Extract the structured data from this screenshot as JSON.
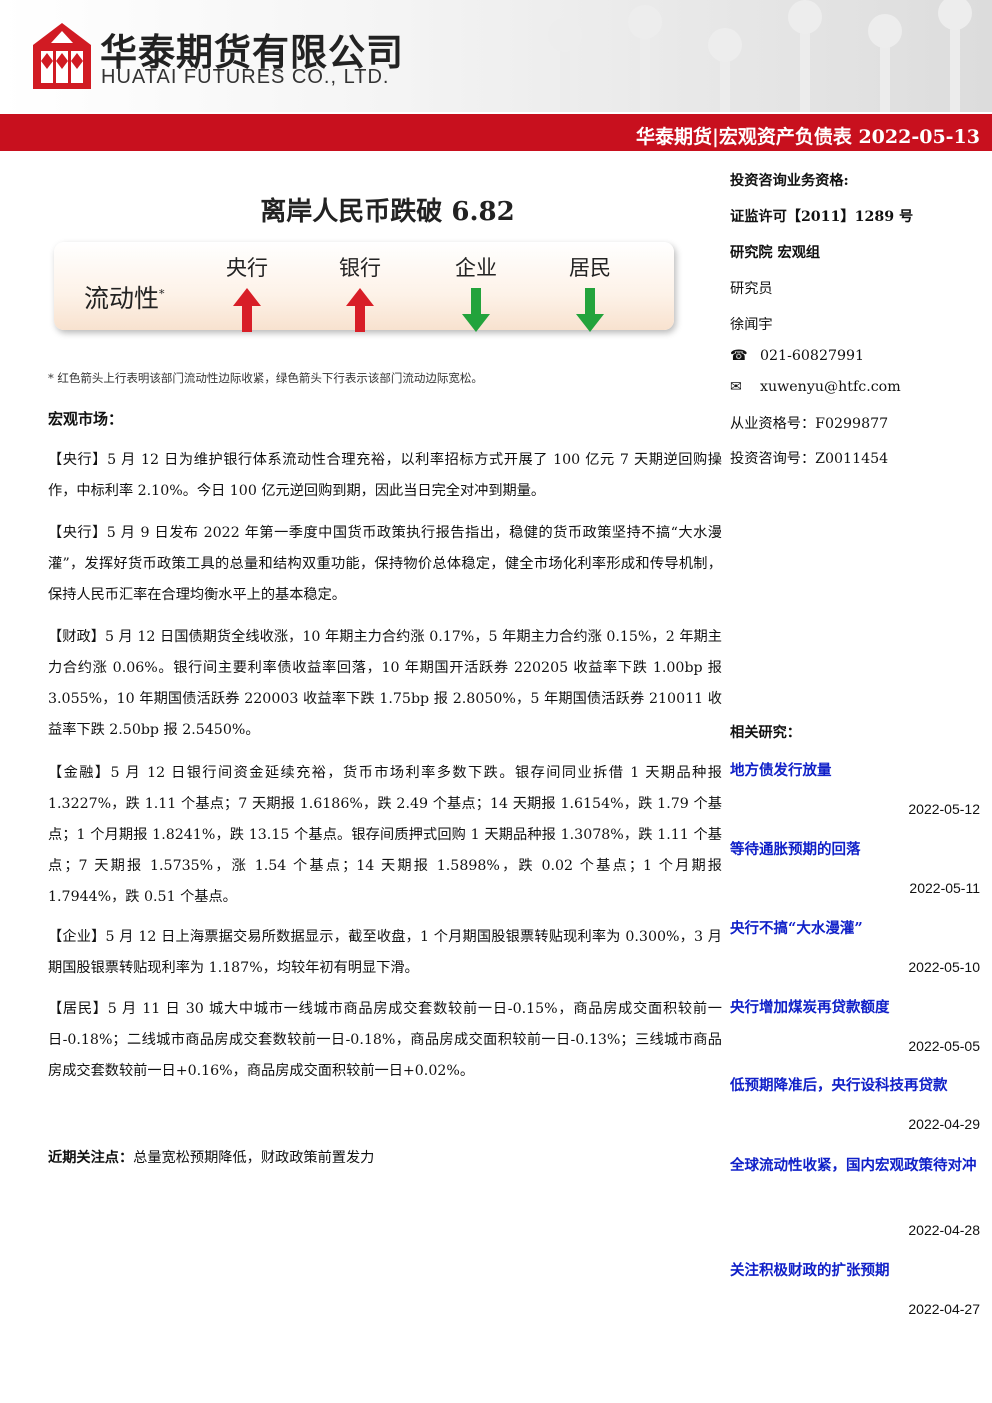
{
  "header": {
    "company_cn": "华泰期货有限公司",
    "company_en": "HUATAI FUTURES CO., LTD.",
    "bar_text": "华泰期货|宏观资产负债表  2022-05-13",
    "brand_red": "#c8101e"
  },
  "report": {
    "title": "离岸人民币跌破 6.82",
    "liquidity": {
      "label": "流动性",
      "label_mark": "*",
      "sectors": [
        {
          "name": "央行",
          "direction": "up",
          "color": "#d81e27"
        },
        {
          "name": "银行",
          "direction": "up",
          "color": "#d81e27"
        },
        {
          "name": "企业",
          "direction": "down",
          "color": "#23a33c"
        },
        {
          "name": "居民",
          "direction": "down",
          "color": "#23a33c"
        }
      ]
    },
    "footnote": "* 红色箭头上行表明该部门流动性边际收紧，绿色箭头下行表示该部门流动边际宽松。",
    "section_title": "宏观市场：",
    "paragraphs": [
      {
        "tag": "【央行】",
        "text": "5 月 12 日为维护银行体系流动性合理充裕，以利率招标方式开展了 100 亿元 7 天期逆回购操作，中标利率 2.10%。今日 100 亿元逆回购到期，因此当日完全对冲到期量。"
      },
      {
        "tag": "【央行】",
        "text": "5 月 9 日发布 2022 年第一季度中国货币政策执行报告指出，稳健的货币政策坚持不搞“大水漫灌”，发挥好货币政策工具的总量和结构双重功能，保持物价总体稳定，健全市场化利率形成和传导机制，保持人民币汇率在合理均衡水平上的基本稳定。"
      },
      {
        "tag": "【财政】",
        "text": "5 月 12 日国债期货全线收涨，10 年期主力合约涨 0.17%，5 年期主力合约涨 0.15%，2 年期主力合约涨 0.06%。银行间主要利率债收益率回落，10 年期国开活跃券 220205 收益率下跌 1.00bp 报 3.055%，10 年期国债活跃券 220003 收益率下跌 1.75bp 报 2.8050%，5 年期国债活跃券 210011 收益率下跌 2.50bp 报 2.5450%。"
      },
      {
        "tag": "【金融】",
        "text": "5 月 12 日银行间资金延续充裕，货币市场利率多数下跌。银存间同业拆借 1 天期品种报 1.3227%，跌 1.11 个基点；7 天期报 1.6186%，跌 2.49 个基点；14 天期报 1.6154%，跌 1.79 个基点；1 个月期报 1.8241%，跌 13.15 个基点。银存间质押式回购 1 天期品种报 1.3078%，跌 1.11 个基点；7 天期报 1.5735%，涨 1.54 个基点；14 天期报 1.5898%，跌 0.02 个基点；1 个月期报 1.7944%，跌 0.51 个基点。"
      },
      {
        "tag": "【企业】",
        "text": "5 月 12 日上海票据交易所数据显示，截至收盘，1 个月期国股银票转贴现利率为 0.300%，3 月期国股银票转贴现利率为 1.187%，均较年初有明显下滑。"
      },
      {
        "tag": "【居民】",
        "text": "5 月 11 日 30 城大中城市一线城市商品房成交套数较前一日-0.15%，商品房成交面积较前一日-0.18%；二线城市商品房成交套数较前一日-0.18%，商品房成交面积较前一日-0.13%；三线城市商品房成交套数较前一日+0.16%，商品房成交面积较前一日+0.02%。"
      }
    ],
    "focus_label": "近期关注点：",
    "focus_text": "总量宽松预期降低，财政政策前置发力"
  },
  "sidebar": {
    "qualification_label": "投资咨询业务资格:",
    "license": "证监许可【2011】1289 号",
    "dept": "研究院 宏观组",
    "role": "研究员",
    "analyst": "徐闻宇",
    "phone_icon": "phone-icon",
    "phone": "021-60827991",
    "email_icon": "envelope-icon",
    "email": "xuwenyu@htfc.com",
    "practice_no": "从业资格号：F0299877",
    "advisory_no": "投资咨询号：Z0011454",
    "related_title": "相关研究：",
    "link_color": "#1020c8",
    "related": [
      {
        "title": "地方债发行放量",
        "date": "2022-05-12"
      },
      {
        "title": "等待通胀预期的回落",
        "date": "2022-05-11"
      },
      {
        "title": "央行不搞“大水漫灌”",
        "date": "2022-05-10"
      },
      {
        "title": "央行增加煤炭再贷款额度",
        "date": "2022-05-05"
      },
      {
        "title": "低预期降准后，央行设科技再贷款",
        "date": "2022-04-29"
      },
      {
        "title": "全球流动性收紧，国内宏观政策待对冲",
        "date": "2022-04-28"
      },
      {
        "title": "关注积极财政的扩张预期",
        "date": "2022-04-27"
      }
    ]
  }
}
